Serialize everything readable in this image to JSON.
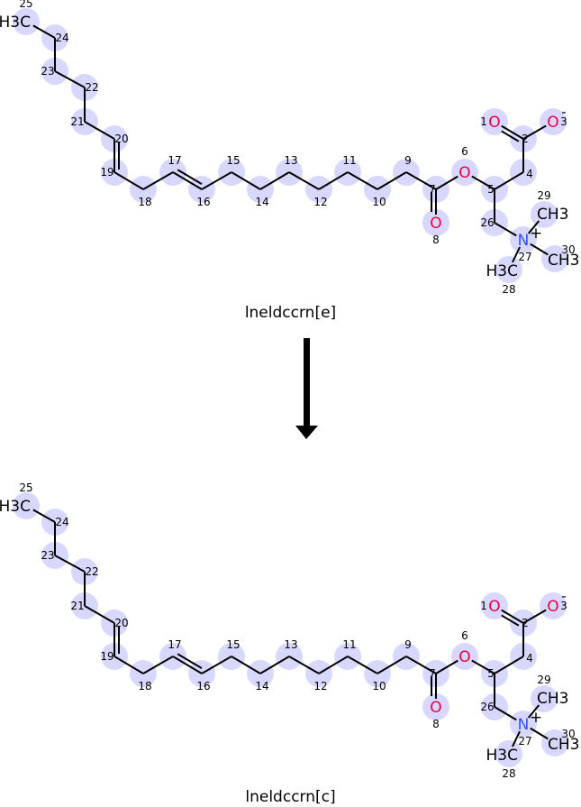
{
  "reaction": {
    "reactant": {
      "name": "lneldccrn[e]"
    },
    "product": {
      "name": "lneldccrn[c]"
    },
    "arrow": "reaction-arrow"
  },
  "molecule": {
    "atoms": [
      {
        "n": "1",
        "sym": "O"
      },
      {
        "n": "2",
        "sym": ""
      },
      {
        "n": "3",
        "sym": "O",
        "charge": "-"
      },
      {
        "n": "4",
        "sym": ""
      },
      {
        "n": "5",
        "sym": ""
      },
      {
        "n": "6",
        "sym": "O"
      },
      {
        "n": "7",
        "sym": ""
      },
      {
        "n": "8",
        "sym": "O"
      },
      {
        "n": "9",
        "sym": ""
      },
      {
        "n": "10",
        "sym": ""
      },
      {
        "n": "11",
        "sym": ""
      },
      {
        "n": "12",
        "sym": ""
      },
      {
        "n": "13",
        "sym": ""
      },
      {
        "n": "14",
        "sym": ""
      },
      {
        "n": "15",
        "sym": ""
      },
      {
        "n": "16",
        "sym": ""
      },
      {
        "n": "17",
        "sym": ""
      },
      {
        "n": "18",
        "sym": ""
      },
      {
        "n": "19",
        "sym": ""
      },
      {
        "n": "20",
        "sym": ""
      },
      {
        "n": "21",
        "sym": ""
      },
      {
        "n": "22",
        "sym": ""
      },
      {
        "n": "23",
        "sym": ""
      },
      {
        "n": "24",
        "sym": ""
      },
      {
        "n": "25",
        "sym": "H3C"
      },
      {
        "n": "26",
        "sym": ""
      },
      {
        "n": "27",
        "sym": "N",
        "charge": "+"
      },
      {
        "n": "28",
        "sym": "H3C"
      },
      {
        "n": "29",
        "sym": "CH3"
      },
      {
        "n": "30",
        "sym": "CH3"
      }
    ],
    "bonds": [
      [
        1,
        2,
        2
      ],
      [
        2,
        3,
        1
      ],
      [
        2,
        4,
        1
      ],
      [
        4,
        5,
        1
      ],
      [
        5,
        6,
        1
      ],
      [
        6,
        7,
        1
      ],
      [
        7,
        8,
        2
      ],
      [
        7,
        9,
        1
      ],
      [
        9,
        10,
        1
      ],
      [
        10,
        11,
        1
      ],
      [
        11,
        12,
        1
      ],
      [
        12,
        13,
        1
      ],
      [
        13,
        14,
        1
      ],
      [
        14,
        15,
        1
      ],
      [
        15,
        16,
        1
      ],
      [
        16,
        17,
        2
      ],
      [
        17,
        18,
        1
      ],
      [
        18,
        19,
        1
      ],
      [
        19,
        20,
        2
      ],
      [
        20,
        21,
        1
      ],
      [
        21,
        22,
        1
      ],
      [
        22,
        23,
        1
      ],
      [
        23,
        24,
        1
      ],
      [
        24,
        25,
        1
      ],
      [
        5,
        26,
        1
      ],
      [
        26,
        27,
        1
      ],
      [
        27,
        28,
        1
      ],
      [
        27,
        29,
        1
      ],
      [
        27,
        30,
        1
      ]
    ],
    "colors": {
      "O": "#e8003c",
      "N": "#3050f8",
      "C": "#000000",
      "highlight": "#d8d8ff"
    }
  }
}
